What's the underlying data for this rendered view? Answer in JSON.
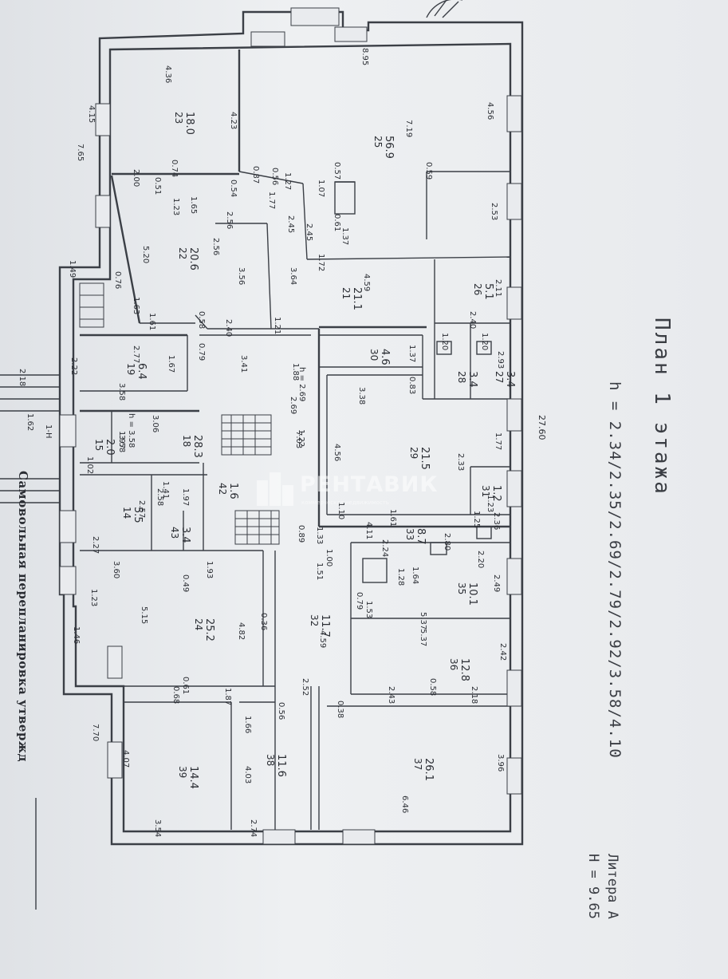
{
  "title": "План 1 этажа",
  "height_line": "h = 2.34/2.35/2.69/2.79/2.92/3.58/4.10",
  "litera": "Литера А",
  "litera_height": "H = 9.65",
  "overall_dimension": "27.60",
  "stamp_text": "Самовольная перепланировка утвержд",
  "watermark": {
    "brand": "РЕНТАВИК",
    "subtitle": "коммерческая недвижимость"
  },
  "entrance_label": "1-Н",
  "rooms": [
    {
      "number": "23",
      "area": "18.0"
    },
    {
      "number": "25",
      "area": "56.9"
    },
    {
      "number": "22",
      "area": "20.6"
    },
    {
      "number": "21",
      "area": "21.1"
    },
    {
      "number": "26",
      "area": "5.1"
    },
    {
      "number": "19",
      "area": "6.4"
    },
    {
      "number": "30",
      "area": "4.6"
    },
    {
      "number": "28",
      "area": "3.4"
    },
    {
      "number": "27",
      "area": "3.4"
    },
    {
      "number": "18",
      "area": "28.3"
    },
    {
      "number": "15",
      "area": "2.0"
    },
    {
      "number": "29",
      "area": "21.5"
    },
    {
      "number": "14",
      "area": "5.5"
    },
    {
      "number": "43",
      "area": "3.4"
    },
    {
      "number": "42",
      "area": "1.6"
    },
    {
      "number": "31",
      "area": "1.2"
    },
    {
      "number": "33",
      "area": "8.7"
    },
    {
      "number": "24",
      "area": "25.2"
    },
    {
      "number": "32",
      "area": "11.7"
    },
    {
      "number": "35",
      "area": "10.1"
    },
    {
      "number": "36",
      "area": "12.8"
    },
    {
      "number": "39",
      "area": "14.4"
    },
    {
      "number": "38",
      "area": "11.6"
    },
    {
      "number": "37",
      "area": "26.1"
    }
  ],
  "dimensions": [
    "4.36",
    "8.95",
    "4.15",
    "4.23",
    "4.56",
    "7.19",
    "7.65",
    "2.00",
    "0.74",
    "0.87",
    "0.56",
    "1.27",
    "0.57",
    "0.59",
    "0.51",
    "1.23",
    "1.65",
    "2.56",
    "2.56",
    "0.54",
    "1.77",
    "2.45",
    "2.45",
    "1.07",
    "0.61",
    "1.37",
    "2.53",
    "1.49",
    "5.20",
    "3.56",
    "3.64",
    "1.72",
    "4.59",
    "0.76",
    "1.63",
    "1.61",
    "0.58",
    "2.40",
    "1.21",
    "2.11",
    "2.40",
    "1.20",
    "1.20",
    "2.77",
    "2.22",
    "3.58",
    "1.67",
    "0.79",
    "3.41",
    "1.88",
    "1.37",
    "3.38",
    "0.83",
    "2.93",
    "2.18",
    "3.06",
    "1.62",
    "1.97",
    "1.02",
    "2.69",
    "3.58",
    "7.03",
    "1.22",
    "4.56",
    "1.77",
    "2.33",
    "1.41",
    "1.97",
    "2.57",
    "2.58",
    "2.27",
    "1.10",
    "1.61",
    "1.25",
    "1.23",
    "2.36",
    "4.11",
    "2.80",
    "0.89",
    "1.33",
    "3.60",
    "1.93",
    "0.49",
    "1.51",
    "1.00",
    "2.24",
    "2.20",
    "1.28",
    "1.64",
    "2.49",
    "1.23",
    "5.15",
    "4.82",
    "0.36",
    "4.59",
    "1.53",
    "0.79",
    "5.37",
    "5.37",
    "1.46",
    "2.42",
    "0.61",
    "0.68",
    "1.87",
    "2.52",
    "2.43",
    "0.58",
    "2.18",
    "0.56",
    "0.38",
    "1.66",
    "7.70",
    "4.07",
    "4.03",
    "3.96",
    "3.54",
    "2.74",
    "6.46"
  ],
  "h_marks": [
    "h = 2.69",
    "h = 3.58"
  ]
}
